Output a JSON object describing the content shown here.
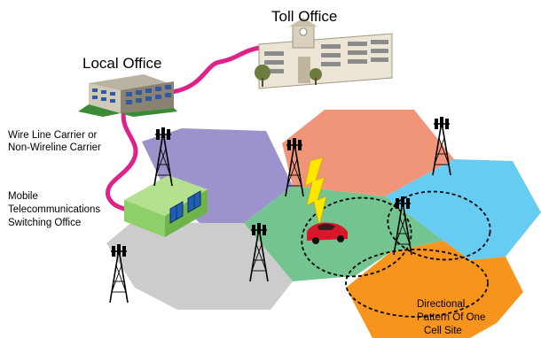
{
  "labels": {
    "toll_office": "Toll Office",
    "local_office": "Local Office",
    "carrier": [
      "Wire Line Carrier or",
      "Non-Wireline Carrier"
    ],
    "mtso": [
      "Mobile",
      "Telecommunications",
      "Switching Office"
    ],
    "directional": [
      "Directional",
      "Pattern Of One",
      "Cell Site"
    ]
  },
  "colors": {
    "cable": "#e0218a",
    "cell_purple": "#9c93cc",
    "cell_salmon": "#f0957a",
    "cell_blue": "#66ccf2",
    "cell_green": "#73c48f",
    "cell_gray": "#cccccc",
    "cell_orange": "#f7941d",
    "lightning": "#ffe600",
    "car": "#d8182a",
    "mtso_building": "#8fcf6a",
    "mtso_windows": "#1f5fb4"
  },
  "icons": [
    "tower-icon",
    "lightning-icon",
    "car-icon",
    "building-icon"
  ]
}
